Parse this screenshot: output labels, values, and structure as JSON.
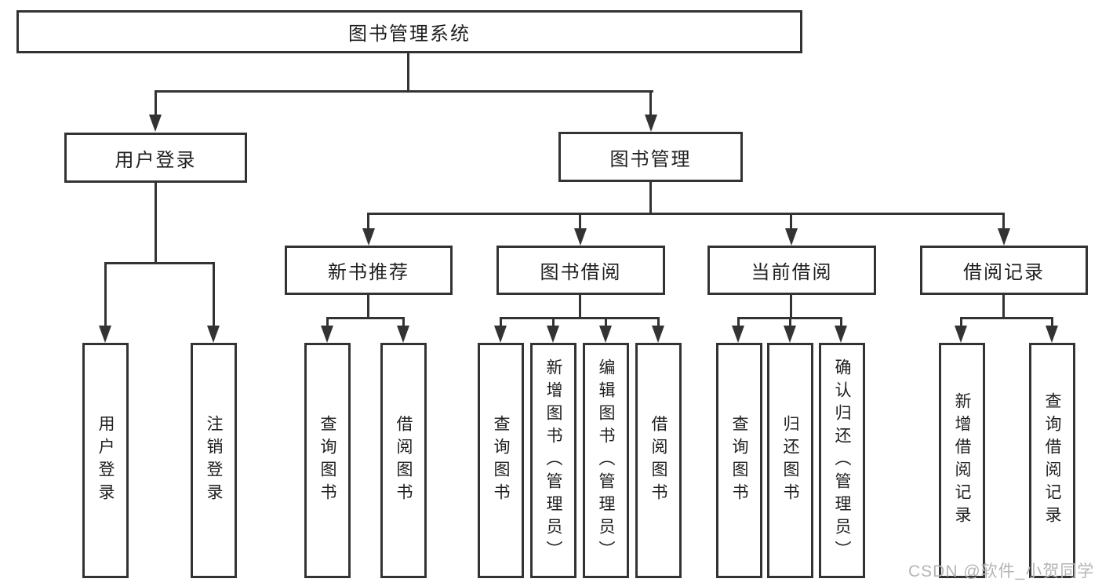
{
  "colors": {
    "line": "#333333",
    "text": "#1f1f1f",
    "watermark": "#b5b5b5",
    "background": "#ffffff"
  },
  "root": {
    "label": "图书管理系统"
  },
  "level2": [
    {
      "label": "用户登录"
    },
    {
      "label": "图书管理"
    }
  ],
  "level3": [
    {
      "label": "新书推荐"
    },
    {
      "label": "图书借阅"
    },
    {
      "label": "当前借阅"
    },
    {
      "label": "借阅记录"
    }
  ],
  "leaves": [
    {
      "label": "用户登录"
    },
    {
      "label": "注销登录"
    },
    {
      "label": "查询图书"
    },
    {
      "label": "借阅图书"
    },
    {
      "label": "查询图书"
    },
    {
      "label": "新增图书（管理员）"
    },
    {
      "label": "编辑图书（管理员）"
    },
    {
      "label": "借阅图书"
    },
    {
      "label": "查询图书"
    },
    {
      "label": "归还图书"
    },
    {
      "label": "确认归还（管理员）"
    },
    {
      "label": "新增借阅记录"
    },
    {
      "label": "查询借阅记录"
    }
  ],
  "watermark": {
    "text": "CSDN @软件_小贺同学"
  }
}
